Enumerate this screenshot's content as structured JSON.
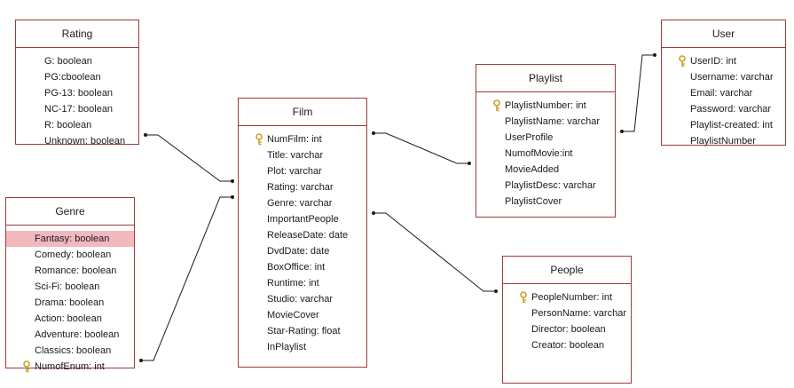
{
  "tables": {
    "rating": {
      "title": "Rating",
      "fields": [
        "G: boolean",
        "PG:cboolean",
        "PG-13: boolean",
        "NC-17: boolean",
        "R: boolean",
        "Unknown: boolean"
      ]
    },
    "genre": {
      "title": "Genre",
      "fields": [
        "Fantasy: boolean",
        "Comedy: boolean",
        "Romance: boolean",
        "Sci-Fi: boolean",
        "Drama: boolean",
        "Action: boolean",
        "Adventure: boolean",
        "Classics: boolean",
        "NumofEnum: int"
      ],
      "selected_field": "Fantasy: boolean",
      "key_field": "NumofEnum: int"
    },
    "film": {
      "title": "Film",
      "fields": [
        "NumFilm: int",
        "Title: varchar",
        "Plot: varchar",
        "Rating: varchar",
        "Genre: varchar",
        "ImportantPeople",
        "ReleaseDate: date",
        "DvdDate: date",
        "BoxOffice: int",
        "Runtime: int",
        "Studio: varchar",
        "MovieCover",
        "Star-Rating: float",
        "InPlaylist"
      ],
      "key_field": "NumFilm: int"
    },
    "playlist": {
      "title": "Playlist",
      "fields": [
        "PlaylistNumber: int",
        "PlaylistName: varchar",
        "UserProfile",
        "NumofMovie:int",
        "MovieAdded",
        "PlaylistDesc: varchar",
        "PlaylistCover"
      ],
      "key_field": "PlaylistNumber: int"
    },
    "user": {
      "title": "User",
      "fields": [
        "UserID: int",
        "Username: varchar",
        "Email: varchar",
        "Password: varchar",
        "Playlist-created: int",
        "PlaylistNumber"
      ],
      "key_field": "UserID: int"
    },
    "people": {
      "title": "People",
      "fields": [
        "PeopleNumber: int",
        "PersonName: varchar",
        "Director: boolean",
        "Creator: boolean"
      ],
      "key_field": "PeopleNumber: int"
    }
  },
  "colors": {
    "table_border": "#a03a3a",
    "selected_row": "#f2b8bd",
    "connector": "#1a1a1a",
    "key_icon": "#c9a227"
  }
}
